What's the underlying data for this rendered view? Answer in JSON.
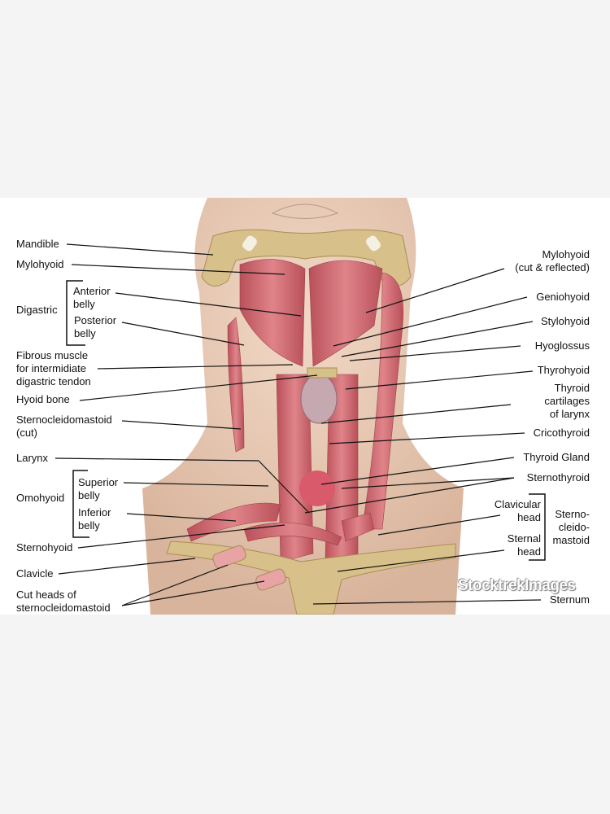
{
  "left_labels": {
    "mandible": "Mandible",
    "mylohyoid": "Mylohyoid",
    "digastric": "Digastric",
    "anterior_belly": [
      "Anterior",
      "belly"
    ],
    "posterior_belly": [
      "Posterior",
      "belly"
    ],
    "fibrous": [
      "Fibrous muscle",
      "for intermidiate",
      "digastric tendon"
    ],
    "hyoid": "Hyoid bone",
    "scm_cut": [
      "Sternocleidomastoid",
      "(cut)"
    ],
    "larynx": "Larynx",
    "omohyoid": "Omohyoid",
    "superior_belly": [
      "Superior",
      "belly"
    ],
    "inferior_belly": [
      "Inferior",
      "belly"
    ],
    "sternohyoid": "Sternohyoid",
    "clavicle": "Clavicle",
    "cut_heads": [
      "Cut heads of",
      "sternocleidomastoid"
    ]
  },
  "right_labels": {
    "mylohyoid_cut": [
      "Mylohyoid",
      "(cut & reflected)"
    ],
    "geniohyoid": "Geniohyoid",
    "stylohyoid": "Stylohyoid",
    "hyoglossus": "Hyoglossus",
    "thyrohyoid": "Thyrohyoid",
    "thyroid_cartilages": [
      "Thyroid",
      "cartilages",
      "of larynx"
    ],
    "cricothyroid": "Cricothyroid",
    "thyroid_gland": "Thyroid Gland",
    "sternothyroid": "Sternothyroid",
    "clavicular_head": [
      "Clavicular",
      "head"
    ],
    "sternal_head": [
      "Sternal",
      "head"
    ],
    "scm": [
      "Sterno-",
      "cleido-",
      "mastoid"
    ],
    "sternum": "Sternum"
  },
  "watermark": "StocktrekImages",
  "colors": {
    "skin": "#e9cdb6",
    "bone": "#d8c08a",
    "muscle": "#c9646c",
    "page": "#f4f4f4"
  }
}
